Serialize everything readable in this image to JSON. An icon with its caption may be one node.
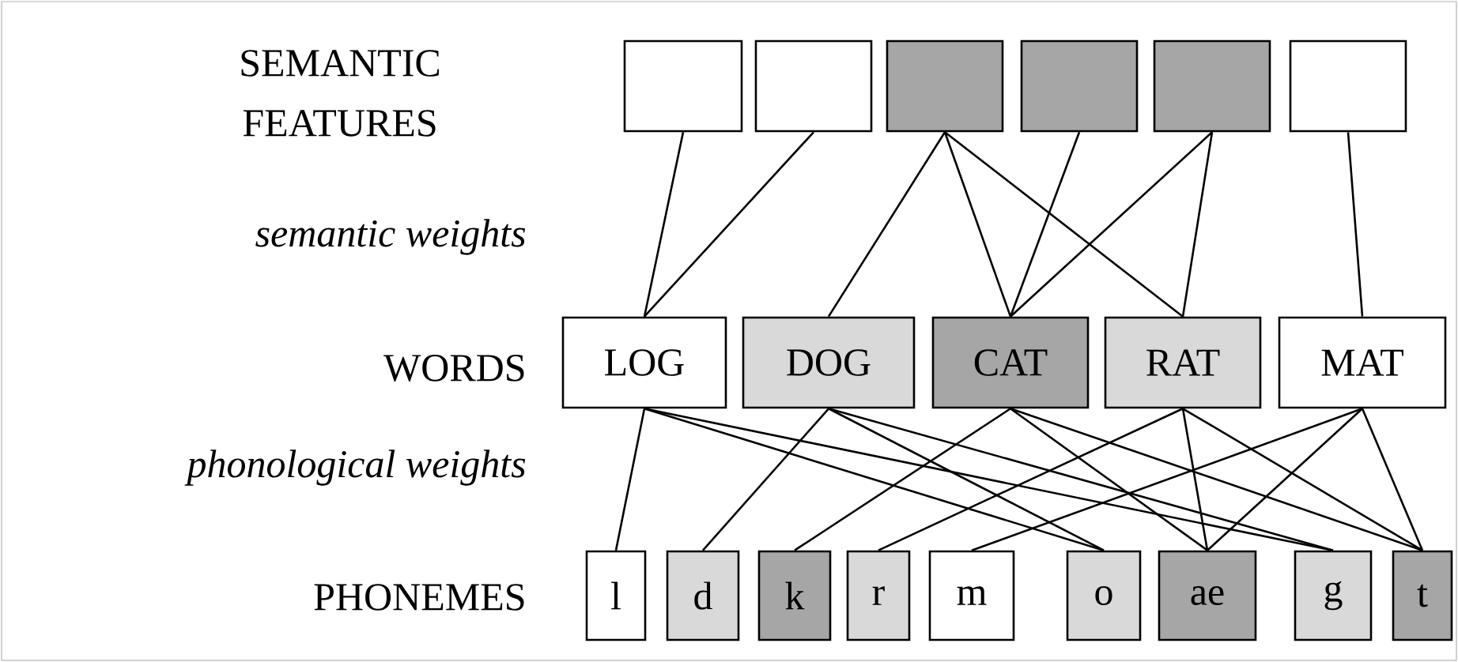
{
  "diagram": {
    "nodes": [
      {
        "text": [],
        "shape": "box"
      },
      {
        "text": [],
        "shape": "box"
      },
      {
        "text": [],
        "shape": "box"
      },
      {
        "text": [],
        "shape": "box"
      },
      {
        "text": [],
        "shape": "box"
      },
      {
        "text": [],
        "shape": "box"
      },
      {
        "text": [
          "LOG"
        ]
      },
      {
        "text": [
          "DOG"
        ]
      },
      {
        "text": [
          "CAT"
        ]
      },
      {
        "text": [
          "RAT"
        ]
      },
      {
        "text": [
          "MAT"
        ]
      },
      {
        "text": [
          "l"
        ]
      },
      {
        "text": [
          "d"
        ]
      },
      {
        "text": [
          "k"
        ]
      },
      {
        "text": [
          "r"
        ]
      },
      {
        "text": [
          "m"
        ]
      },
      {
        "text": [
          "o"
        ]
      },
      {
        "text": [
          "ae"
        ]
      },
      {
        "text": [
          "g"
        ]
      },
      {
        "text": [
          "t"
        ]
      }
    ],
    "edges": [
      {
        "from": 0,
        "to": 6,
        "arrow": "none"
      },
      {
        "from": 1,
        "to": 6,
        "arrow": "none"
      },
      {
        "from": 2,
        "to": 7,
        "arrow": "none"
      },
      {
        "from": 2,
        "to": 8,
        "arrow": "none"
      },
      {
        "from": 2,
        "to": 9,
        "arrow": "none"
      },
      {
        "from": 3,
        "to": 8,
        "arrow": "none"
      },
      {
        "from": 4,
        "to": 8,
        "arrow": "none"
      },
      {
        "from": 4,
        "to": 9,
        "arrow": "none"
      },
      {
        "from": 5,
        "to": 10,
        "arrow": "none"
      },
      {
        "from": 6,
        "to": 11,
        "arrow": "none"
      },
      {
        "from": 6,
        "to": 16,
        "arrow": "none"
      },
      {
        "from": 6,
        "to": 18,
        "arrow": "none"
      },
      {
        "from": 7,
        "to": 12,
        "arrow": "none"
      },
      {
        "from": 7,
        "to": 16,
        "arrow": "none"
      },
      {
        "from": 7,
        "to": 18,
        "arrow": "none"
      },
      {
        "from": 8,
        "to": 13,
        "arrow": "none"
      },
      {
        "from": 8,
        "to": 17,
        "arrow": "none"
      },
      {
        "from": 8,
        "to": 19,
        "arrow": "none"
      },
      {
        "from": 9,
        "to": 14,
        "arrow": "none"
      },
      {
        "from": 9,
        "to": 17,
        "arrow": "none"
      },
      {
        "from": 9,
        "to": 19,
        "arrow": "none"
      },
      {
        "from": 10,
        "to": 15,
        "arrow": "none"
      },
      {
        "from": 10,
        "to": 17,
        "arrow": "none"
      },
      {
        "from": 10,
        "to": 19,
        "arrow": "none"
      }
    ],
    "labels": [
      "SEMANTIC FEATURES",
      "semantic weights",
      "WORDS",
      "phonological weights",
      "PHONEMES"
    ]
  }
}
